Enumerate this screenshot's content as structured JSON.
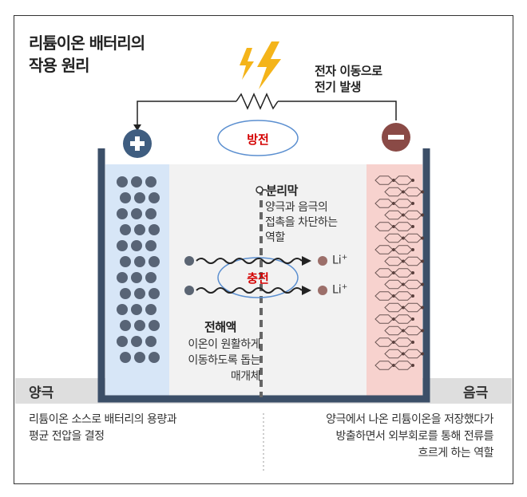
{
  "title_lines": [
    "리튬이온 배터리의",
    "작용 원리"
  ],
  "info_lines": [
    "전자 이동으로",
    "전기 발생"
  ],
  "discharge_label": "방전",
  "charge_label": "충전",
  "separator": {
    "label": "분리막",
    "desc_lines": [
      "양극과 음극의",
      "접촉을 차단하는",
      "역할"
    ]
  },
  "electrolyte": {
    "label": "전해액",
    "desc_lines": [
      "이온이 원활하게",
      "이동하도록 돕는",
      "매개체"
    ]
  },
  "ion_label": "Li",
  "ion_charge": "+",
  "cathode": {
    "label": "양극",
    "desc_lines": [
      "리튬이온 소스로 배터리의 용량과",
      "평균 전압을 결정"
    ]
  },
  "anode": {
    "label": "음극",
    "desc_lines": [
      "양극에서 나온 리튬이온을 저장했다가",
      "방출하면서 외부회로를 통해 전류를",
      "흐르게 하는 역할"
    ]
  },
  "colors": {
    "cathode_fill": "#d7e6f7",
    "anode_fill": "#f7d2ce",
    "electrolyte_fill": "#f2f2f2",
    "container": "#3c4f68",
    "terminal_plus": "#3f5d80",
    "terminal_minus": "#8a4a46",
    "lightning": "#f4b41a",
    "oval_label": "#d40000"
  }
}
